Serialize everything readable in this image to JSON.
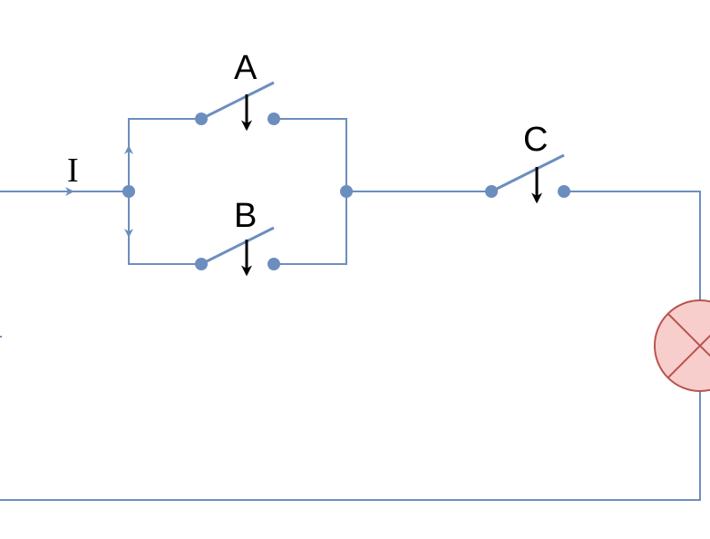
{
  "labels": {
    "current": "I",
    "switch_a": "A",
    "switch_b": "B",
    "switch_c": "C"
  },
  "colors": {
    "wire": "#6c8ebf",
    "lamp_fill": "#f8cecc",
    "lamp_stroke": "#b85450",
    "actuator": "#000000"
  },
  "components": {
    "lamp": "lamp-icon",
    "switches": [
      "switch-a",
      "switch-b",
      "switch-c"
    ]
  }
}
